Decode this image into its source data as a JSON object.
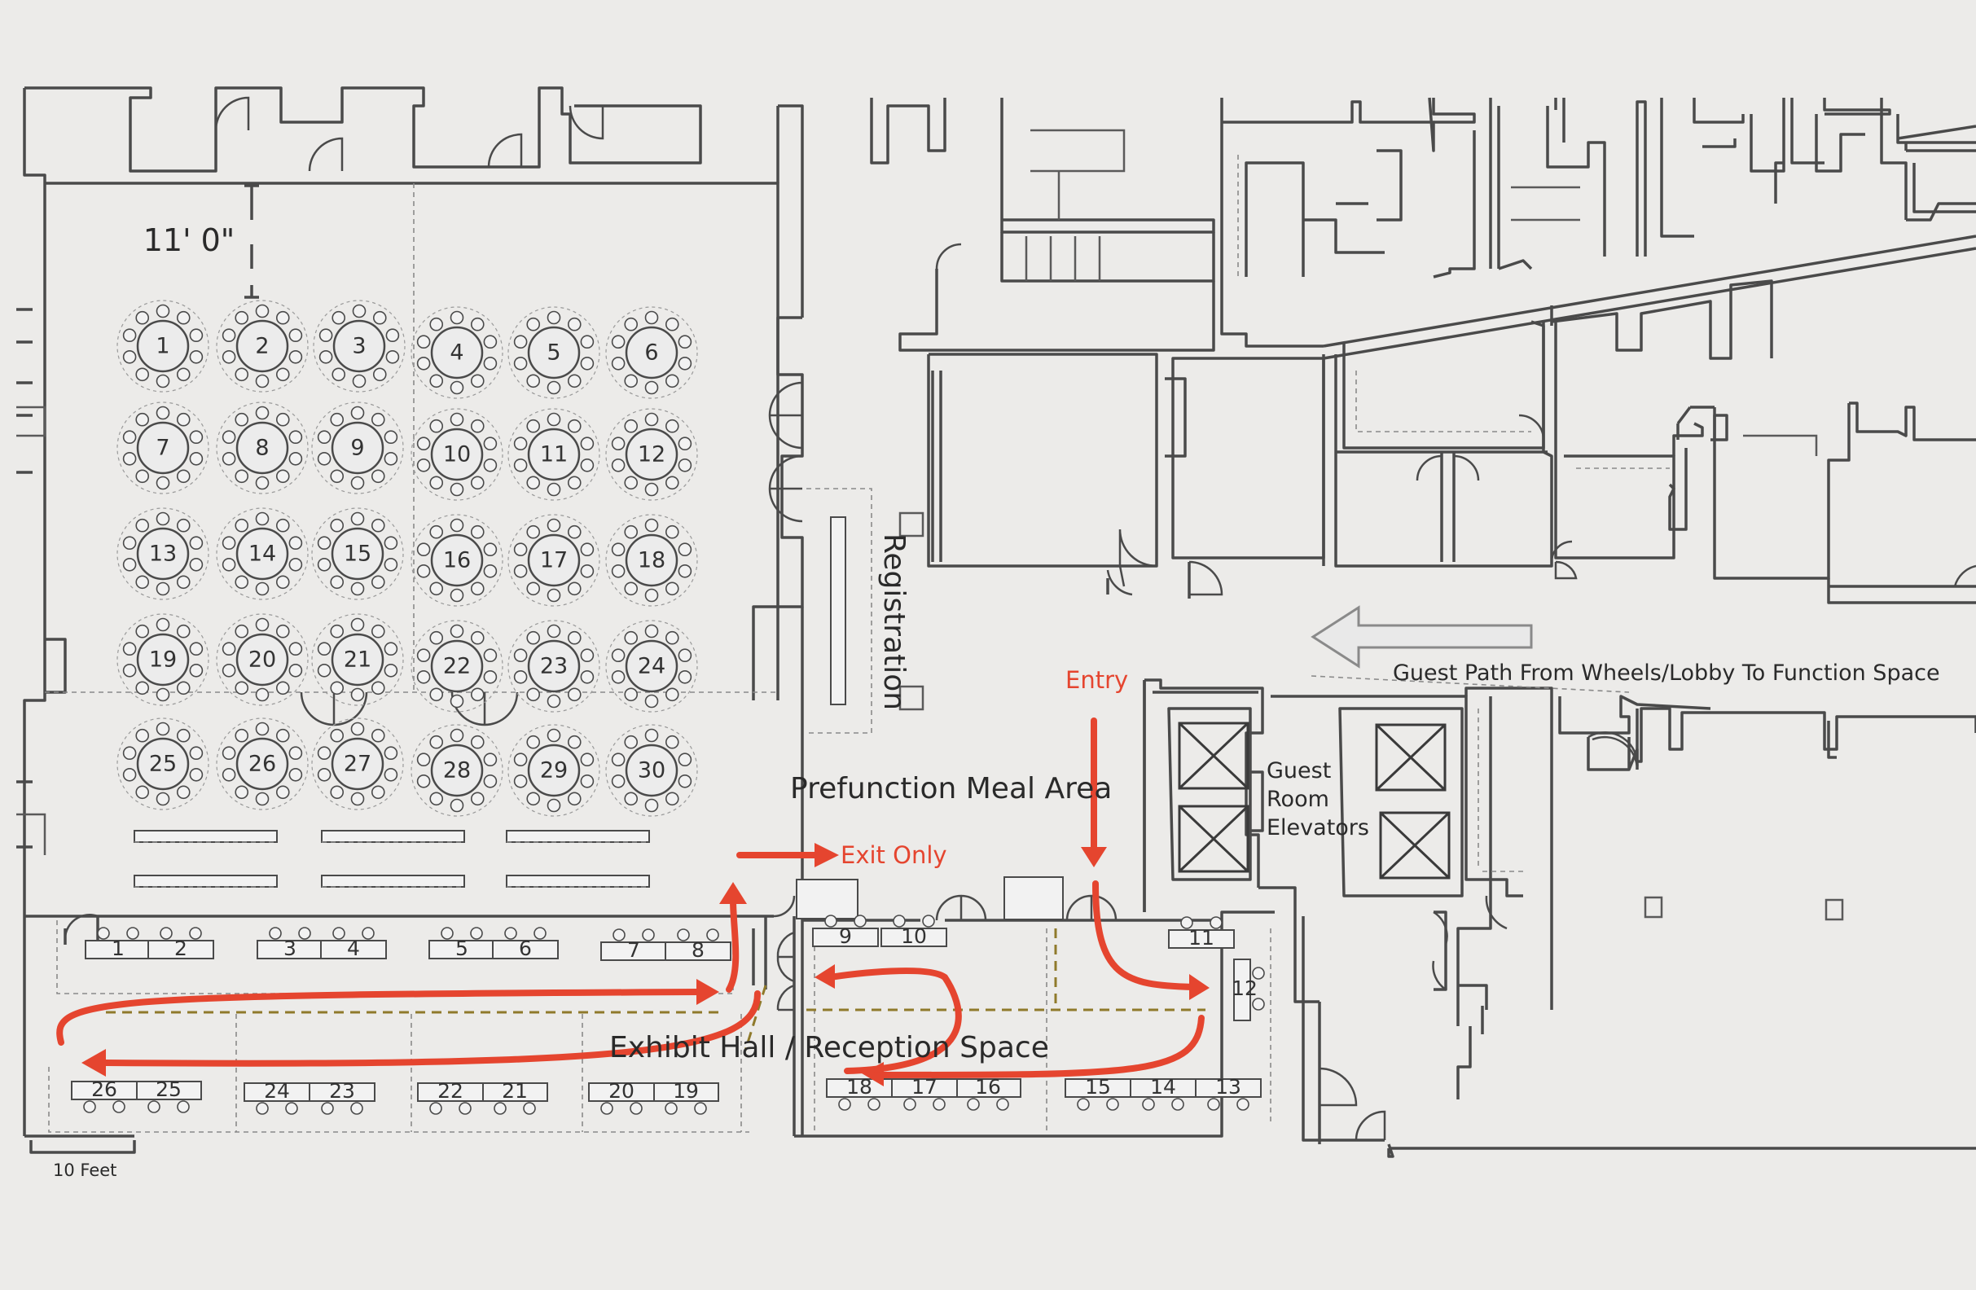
{
  "labels": {
    "dimension": "11' 0\"",
    "registration": "Registration",
    "prefunction": "Prefunction Meal Area",
    "exhibit_hall": "Exhibit Hall / Reception Space",
    "guest_path": "Guest Path From Wheels/Lobby To Function Space",
    "elevators_line1": "Guest",
    "elevators_line2": "Room",
    "elevators_line3": "Elevators",
    "scale": "10 Feet"
  },
  "flow": {
    "entry": "Entry",
    "exit_only": "Exit Only"
  },
  "colors": {
    "arrow": "#e5452f",
    "wall": "#4a4a4a",
    "path_dashed": "#8f7a2b",
    "background": "#ecebe9"
  },
  "tables": [
    "1",
    "2",
    "3",
    "4",
    "5",
    "6",
    "7",
    "8",
    "9",
    "10",
    "11",
    "12",
    "13",
    "14",
    "15",
    "16",
    "17",
    "18",
    "19",
    "20",
    "21",
    "22",
    "23",
    "24",
    "25",
    "26",
    "27",
    "28",
    "29",
    "30"
  ],
  "booths": [
    "1",
    "2",
    "3",
    "4",
    "5",
    "6",
    "7",
    "8",
    "9",
    "10",
    "11",
    "12",
    "13",
    "14",
    "15",
    "16",
    "17",
    "18",
    "19",
    "20",
    "21",
    "22",
    "23",
    "24",
    "25",
    "26"
  ]
}
